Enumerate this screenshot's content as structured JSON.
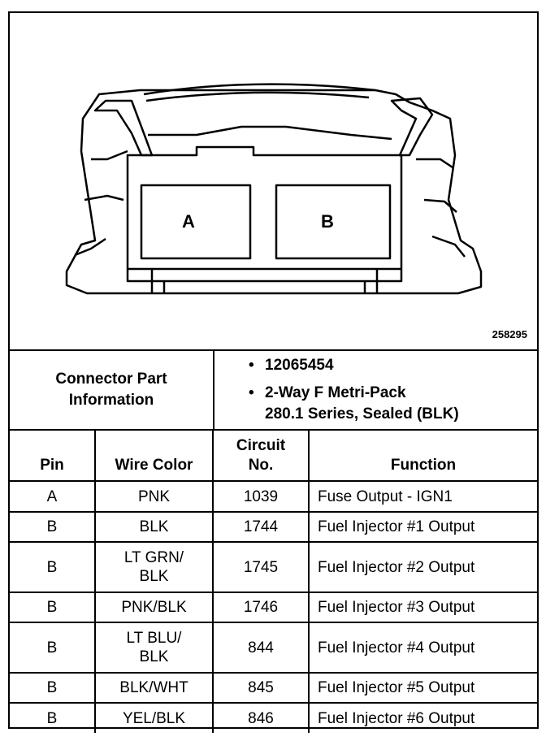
{
  "figure": {
    "id": "258295",
    "pin_labels": [
      "A",
      "B"
    ]
  },
  "connector_info": {
    "label_line1": "Connector Part",
    "label_line2": "Information",
    "part_number": "12065454",
    "desc_line1": "2-Way F Metri-Pack",
    "desc_line2": "280.1 Series, Sealed (BLK)",
    "bullet": "•"
  },
  "table": {
    "headers": {
      "pin": "Pin",
      "wire_color": "Wire Color",
      "circuit_line1": "Circuit",
      "circuit_line2": "No.",
      "function": "Function"
    },
    "rows": [
      {
        "pin": "A",
        "color1": "PNK",
        "color2": "",
        "circuit": "1039",
        "function": "Fuse Output - IGN1"
      },
      {
        "pin": "B",
        "color1": "BLK",
        "color2": "",
        "circuit": "1744",
        "function": "Fuel Injector #1 Output"
      },
      {
        "pin": "B",
        "color1": "LT GRN/",
        "color2": "BLK",
        "circuit": "1745",
        "function": "Fuel Injector #2 Output"
      },
      {
        "pin": "B",
        "color1": "PNK/BLK",
        "color2": "",
        "circuit": "1746",
        "function": "Fuel Injector #3 Output"
      },
      {
        "pin": "B",
        "color1": "LT BLU/",
        "color2": "BLK",
        "circuit": "844",
        "function": "Fuel Injector #4 Output"
      },
      {
        "pin": "B",
        "color1": "BLK/WHT",
        "color2": "",
        "circuit": "845",
        "function": "Fuel Injector #5 Output"
      },
      {
        "pin": "B",
        "color1": "YEL/BLK",
        "color2": "",
        "circuit": "846",
        "function": "Fuel Injector #6 Output"
      }
    ]
  }
}
